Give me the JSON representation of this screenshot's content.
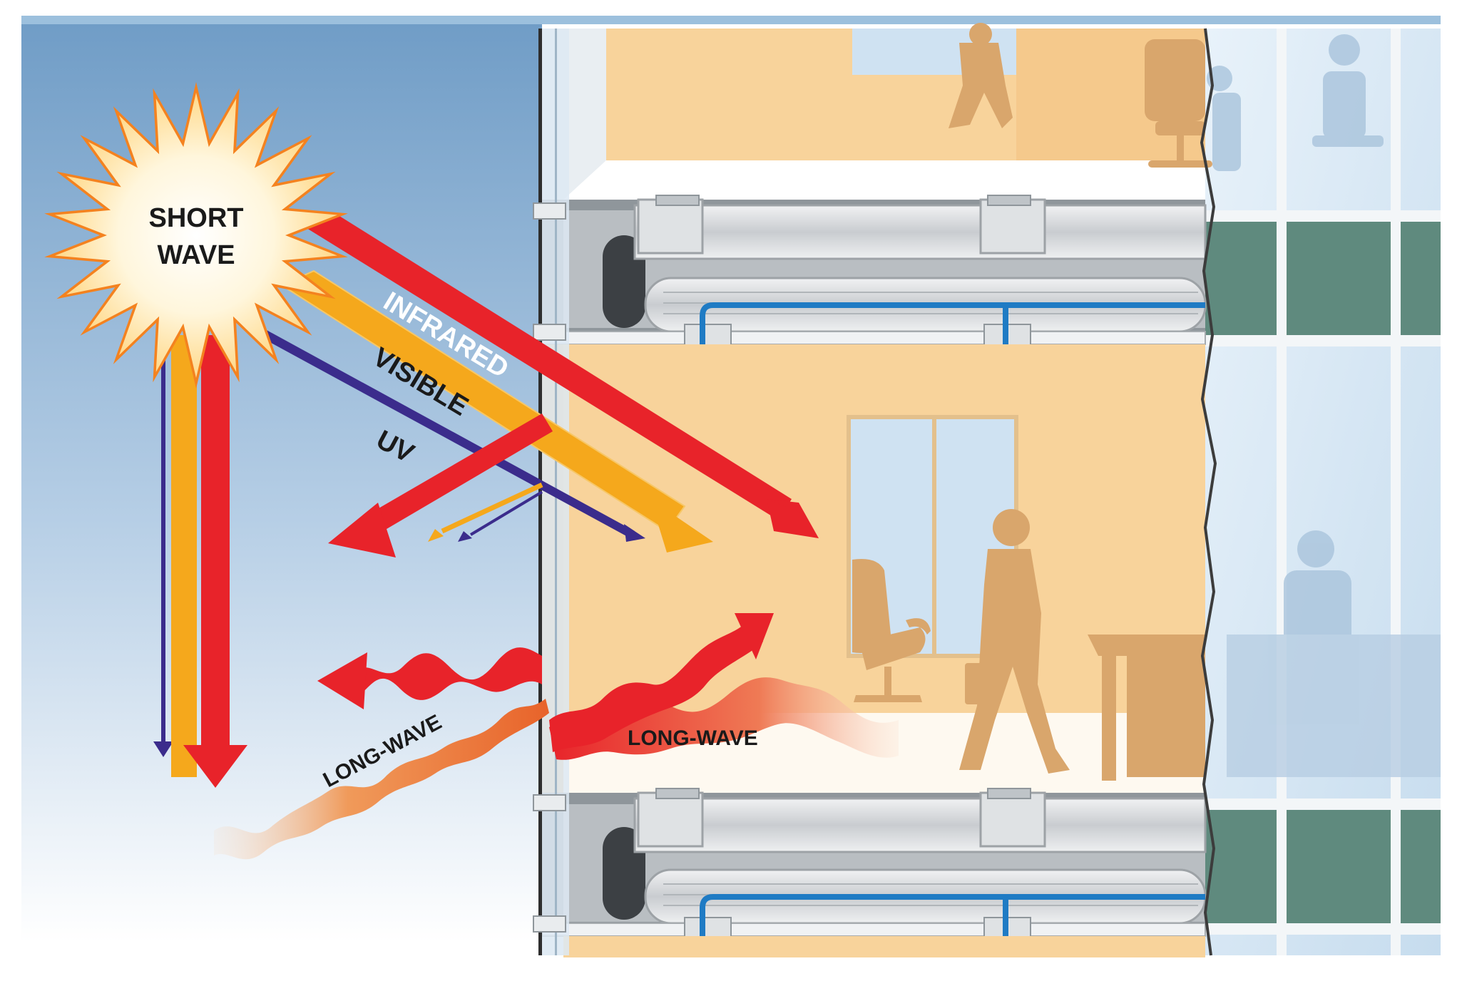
{
  "labels": {
    "sun_line1": "SHORT",
    "sun_line2": "WAVE",
    "infrared": "INFRARED",
    "visible": "VISIBLE",
    "uv": "UV",
    "longwave_outside": "LONG-WAVE",
    "longwave_inside": "LONG-WAVE"
  },
  "colors": {
    "sky_top": "#6f9cc6",
    "sky_bottom": "#ffffff",
    "infrared": "#e8232a",
    "visible": "#f5a81c",
    "uv": "#3b2c8c",
    "room_wall": "#f8d39b",
    "furniture": "#d9a66c",
    "duct": "#d4d7da",
    "chilled_water": "#1f7bc4",
    "spandrel": "#5f8a7e",
    "glass": "#d7e8f4"
  },
  "icons": [
    "sun-burst-icon",
    "person-walking-icon",
    "office-chair-icon",
    "desk-icon",
    "supply-diffuser-icon"
  ]
}
